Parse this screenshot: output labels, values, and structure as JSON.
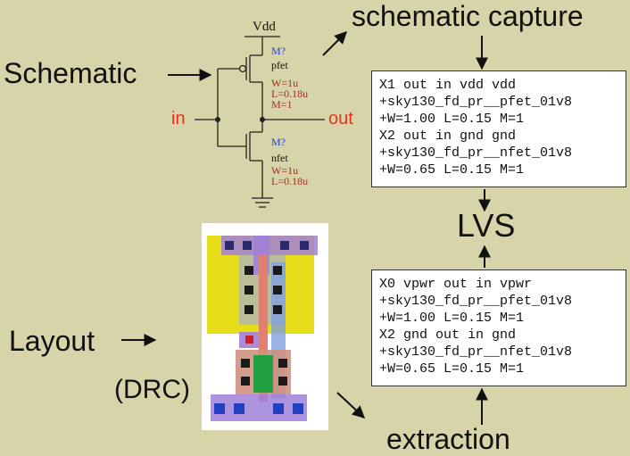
{
  "labels": {
    "schematic": "Schematic",
    "layout": "Layout",
    "drc": "(DRC)",
    "schematic_capture": "schematic capture",
    "lvs": "LVS",
    "extraction": "extraction"
  },
  "schematic": {
    "vdd": "Vdd",
    "in": "in",
    "out": "out",
    "pfet": {
      "ref": "M?",
      "type": "pfet",
      "w": "W=1u",
      "l": "L=0.18u",
      "m": "M=1"
    },
    "nfet": {
      "ref": "M?",
      "type": "nfet",
      "w": "W=1u",
      "l": "L=0.18u"
    }
  },
  "netlist_schematic": [
    "X1 out in vdd vdd",
    "+sky130_fd_pr__pfet_01v8",
    "+W=1.00 L=0.15 M=1",
    "X2 out in gnd gnd",
    "+sky130_fd_pr__nfet_01v8",
    "+W=0.65 L=0.15 M=1"
  ],
  "netlist_extracted": [
    "X0 vpwr out in vpwr",
    "+sky130_fd_pr__pfet_01v8",
    "+W=1.00 L=0.15 M=1",
    "X2 gnd out in gnd",
    "+sky130_fd_pr__nfet_01v8",
    "+W=0.65 L=0.15 M=1"
  ],
  "colors": {
    "background": "#d6d4a8",
    "red_label": "#e8321e",
    "blue_ref": "#2a3fd0",
    "param_text": "#a03020",
    "nwell": "#e6dc1a",
    "metal": "#a080d8",
    "poly": "#e08070"
  }
}
